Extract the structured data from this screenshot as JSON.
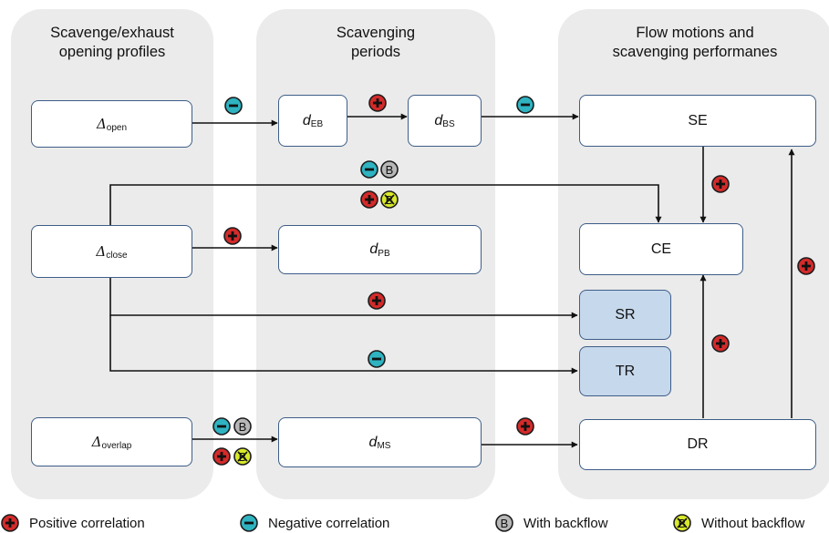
{
  "panels": [
    {
      "title": "Scavenge/exhaust\nopening profiles"
    },
    {
      "title": "Scavenging\nperiods"
    },
    {
      "title": "Flow motions and\nscavenging performanes"
    }
  ],
  "profiles": {
    "open": {
      "symbol": "Δ",
      "sub": "open"
    },
    "close": {
      "symbol": "Δ",
      "sub": "close"
    },
    "overlap": {
      "symbol": "Δ",
      "sub": "overlap"
    }
  },
  "periods": {
    "eb": {
      "symbol": "d",
      "sub": "EB"
    },
    "bs": {
      "symbol": "d",
      "sub": "BS"
    },
    "pb": {
      "symbol": "d",
      "sub": "PB"
    },
    "ms": {
      "symbol": "d",
      "sub": "MS"
    }
  },
  "performance": {
    "se": "SE",
    "ce": "CE",
    "sr": "SR",
    "tr": "TR",
    "dr": "DR"
  },
  "colors": {
    "positive": "#d42a2a",
    "negative": "#2fb3c1",
    "backflow": "#b8b8b8",
    "no_backflow": "#d8e82a",
    "box_border": "#3d5d88",
    "shaded_box": "#c6d8ec",
    "panel": "#ebebeb"
  },
  "legend": {
    "positive": "Positive correlation",
    "negative": "Negative correlation",
    "backflow": "With backflow",
    "no_backflow": "Without backflow"
  }
}
